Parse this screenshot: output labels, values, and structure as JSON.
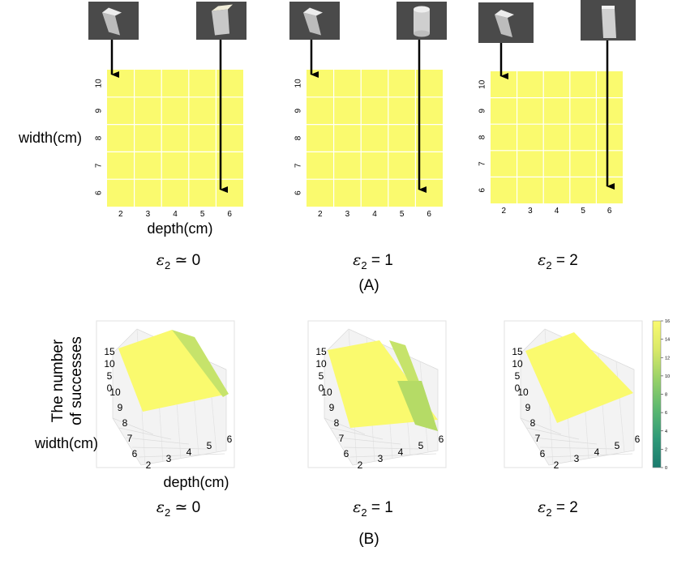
{
  "labels": {
    "width_top": "width(cm)",
    "depth_top": "depth(cm)",
    "panel_a": "(A)",
    "panel_b": "(B)",
    "zlabel_line1": "The number",
    "zlabel_line2": "of successes",
    "width_bottom": "width(cm)",
    "depth_bottom": "depth(cm)"
  },
  "captions": [
    {
      "sym": "ε",
      "sub": "2",
      "rel": "≃",
      "val": "0"
    },
    {
      "sym": "ε",
      "sub": "2",
      "rel": "=",
      "val": "1"
    },
    {
      "sym": "ε",
      "sub": "2",
      "rel": "=",
      "val": "2"
    }
  ],
  "colors": {
    "surface": "#fafa6e",
    "surface_light": "#fcfc8a",
    "surface_green": "#c6e36b",
    "gray_bg": "#4a4a4a"
  },
  "colorbar": {
    "ticks": [
      "0",
      "2",
      "4",
      "6",
      "8",
      "10",
      "12",
      "14",
      "16"
    ],
    "min": 0,
    "max": 16,
    "colors": [
      "#1b7b6e",
      "#2f9a78",
      "#5cb870",
      "#97d168",
      "#d8e868",
      "#fafa6e"
    ]
  },
  "chart_data": [
    {
      "type": "heatmap",
      "title": "",
      "xlabel": "depth(cm)",
      "ylabel": "width(cm)",
      "x_ticks": [
        "2",
        "3",
        "4",
        "5",
        "6"
      ],
      "y_ticks": [
        "6",
        "7",
        "8",
        "9",
        "10"
      ],
      "arrows": [
        {
          "from_object": "box",
          "to_depth": 2,
          "to_width": 10
        },
        {
          "from_object": "box",
          "to_depth": 6,
          "to_width": 6
        }
      ]
    },
    {
      "type": "heatmap",
      "xlabel": "",
      "ylabel": "",
      "x_ticks": [
        "2",
        "3",
        "4",
        "5",
        "6"
      ],
      "y_ticks": [
        "6",
        "7",
        "8",
        "9",
        "10"
      ],
      "arrows": [
        {
          "from_object": "box",
          "to_depth": 2,
          "to_width": 10
        },
        {
          "from_object": "cylinder",
          "to_depth": 6,
          "to_width": 6
        }
      ]
    },
    {
      "type": "heatmap",
      "xlabel": "",
      "ylabel": "",
      "x_ticks": [
        "2",
        "3",
        "4",
        "5",
        "6"
      ],
      "y_ticks": [
        "6",
        "7",
        "8",
        "9",
        "10"
      ],
      "arrows": [
        {
          "from_object": "box",
          "to_depth": 2,
          "to_width": 10
        },
        {
          "from_object": "box",
          "to_depth": 6,
          "to_width": 6
        }
      ]
    },
    {
      "type": "surface3d",
      "zlabel": "The number of successes",
      "xlabel": "depth(cm)",
      "ylabel": "width(cm)",
      "z_ticks": [
        "0",
        "5",
        "10",
        "15"
      ],
      "y_ticks": [
        "6",
        "7",
        "8",
        "9",
        "10"
      ],
      "x_ticks": [
        "2",
        "3",
        "4",
        "5",
        "6"
      ],
      "z_level": 15
    },
    {
      "type": "surface3d",
      "z_ticks": [
        "0",
        "5",
        "10",
        "15"
      ],
      "y_ticks": [
        "6",
        "7",
        "8",
        "9",
        "10"
      ],
      "x_ticks": [
        "2",
        "3",
        "4",
        "5",
        "6"
      ],
      "z_level": 15
    },
    {
      "type": "surface3d",
      "z_ticks": [
        "0",
        "5",
        "10",
        "15"
      ],
      "y_ticks": [
        "6",
        "7",
        "8",
        "9",
        "10"
      ],
      "x_ticks": [
        "2",
        "3",
        "4",
        "5",
        "6"
      ],
      "z_level": 15
    }
  ]
}
